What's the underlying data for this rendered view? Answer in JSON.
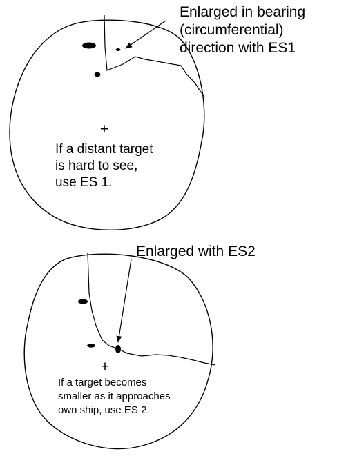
{
  "panel1": {
    "callout": [
      "Enlarged in bearing",
      "(circumferential)",
      "direction with ES1"
    ],
    "center_mark": "+",
    "note": [
      "If a distant target",
      "is hard to see,",
      "use ES 1."
    ]
  },
  "panel2": {
    "callout": "Enlarged with ES2",
    "center_mark": "+",
    "note": [
      "If a target becomes",
      "smaller as it approaches",
      "own ship, use ES 2."
    ]
  },
  "colors": {
    "ink": "#000000",
    "background": "#ffffff"
  }
}
